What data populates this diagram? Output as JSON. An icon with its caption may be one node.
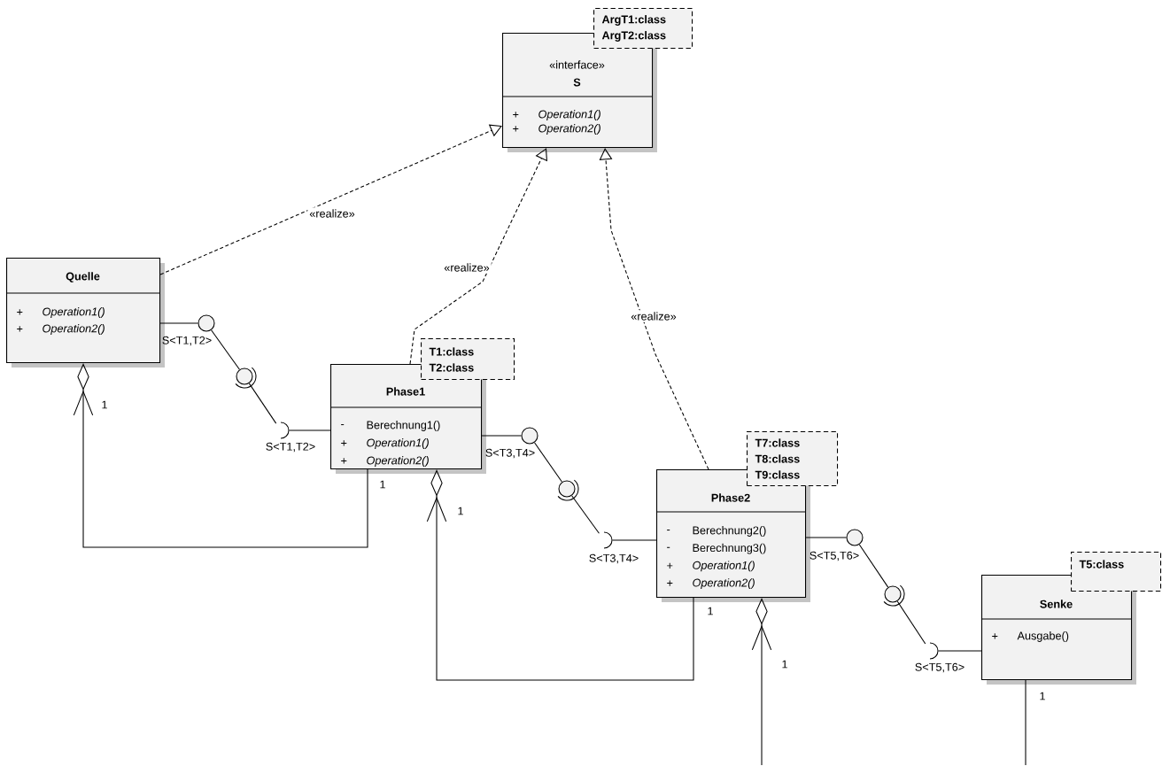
{
  "diagram": {
    "nodes": [
      {
        "text": [
          "«interface»",
          "S",
          "+",
          "Operation1()",
          "+",
          "Operation2()"
        ]
      },
      {
        "text": [
          "ArgT1:class",
          "ArgT2:class"
        ]
      },
      {
        "text": [
          "Quelle",
          "+",
          "Operation1()",
          "+",
          "Operation2()"
        ],
        "beside": [
          "1"
        ]
      },
      {
        "text": [
          "Phase1",
          "-",
          "Berechnung1()",
          "+",
          "Operation1()",
          "+",
          "Operation2()"
        ],
        "beside": [
          "1",
          "1"
        ]
      },
      {
        "text": [
          "T1:class",
          "T2:class"
        ]
      },
      {
        "text": [
          "Phase2",
          "-",
          "Berechnung2()",
          "-",
          "Berechnung3()",
          "+",
          "Operation1()",
          "+",
          "Operation2()"
        ],
        "beside": [
          "1"
        ]
      },
      {
        "text": [
          "T7:class",
          "T8:class",
          "T9:class"
        ]
      },
      {
        "text": [
          "Senke",
          "+",
          "Ausgabe()"
        ],
        "beside": [
          "1"
        ]
      },
      {
        "text": [
          "T5:class"
        ]
      },
      {
        "text": [],
        "shape": "circle",
        "beside": [
          "S<T1,T2>"
        ]
      },
      {
        "text": [],
        "shape": "circle"
      },
      {
        "text": [],
        "shape": "arc",
        "beside": [
          "S<T1,T2>"
        ]
      },
      {
        "text": [],
        "shape": "circle",
        "beside": [
          "S<T3,T4>"
        ]
      },
      {
        "text": [],
        "shape": "circle"
      },
      {
        "text": [],
        "shape": "arc",
        "beside": [
          "S<T3,T4>"
        ]
      },
      {
        "text": [],
        "shape": "circle",
        "beside": [
          "S<T5,T6>"
        ]
      },
      {
        "text": [],
        "shape": "circle"
      },
      {
        "text": [],
        "shape": "arc",
        "beside": [
          "S<T5,T6>"
        ]
      }
    ],
    "edges": [
      {
        "from": 2,
        "to": 0,
        "arrow": "to",
        "style": "dashed",
        "label": "«realize»"
      },
      {
        "from": 3,
        "to": 0,
        "arrow": "to",
        "style": "dashed",
        "label": "«realize»"
      },
      {
        "from": 5,
        "to": 0,
        "arrow": "to",
        "style": "dashed",
        "label": "«realize»"
      },
      {
        "from": 2,
        "to": 9,
        "arrow": "none"
      },
      {
        "from": 9,
        "to": 10,
        "arrow": "none"
      },
      {
        "from": 10,
        "to": 11,
        "arrow": "none"
      },
      {
        "from": 11,
        "to": 3,
        "arrow": "none"
      },
      {
        "from": 3,
        "to": 12,
        "arrow": "none"
      },
      {
        "from": 12,
        "to": 13,
        "arrow": "none"
      },
      {
        "from": 13,
        "to": 14,
        "arrow": "none"
      },
      {
        "from": 14,
        "to": 5,
        "arrow": "none"
      },
      {
        "from": 5,
        "to": 15,
        "arrow": "none"
      },
      {
        "from": 15,
        "to": 16,
        "arrow": "none"
      },
      {
        "from": 16,
        "to": 17,
        "arrow": "none"
      },
      {
        "from": 17,
        "to": 7,
        "arrow": "none"
      },
      {
        "from": 3,
        "to": 2,
        "arrow": "to"
      },
      {
        "from": 5,
        "to": 3,
        "arrow": "to"
      },
      {
        "from": null,
        "to": 5,
        "arrow": "to"
      },
      {
        "from": 7,
        "to": null,
        "arrow": "none"
      }
    ],
    "labels": [
      "1"
    ]
  }
}
